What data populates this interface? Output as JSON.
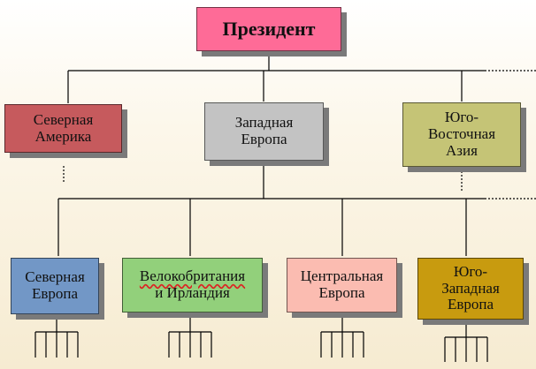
{
  "chart": {
    "root": {
      "label": "Президент",
      "color": "#fe6b97"
    },
    "level1": [
      {
        "label": "Северная\nАмерика",
        "color": "#c65a5d"
      },
      {
        "label": "Западная\nЕвропа",
        "color": "#c3c3c3"
      },
      {
        "label": "Юго-\nВосточная\nАзия",
        "color": "#c5c476"
      }
    ],
    "level2": [
      {
        "label": "Северная\nЕвропа",
        "color": "#7297c6"
      },
      {
        "label": "Велокобритания\nи Ирландия",
        "color": "#92d07b"
      },
      {
        "label": "Центральная\nЕвропа",
        "color": "#fbbcb1"
      },
      {
        "label": "Юго-\nЗападная\nЕвропа",
        "color": "#c89b0f"
      }
    ]
  }
}
